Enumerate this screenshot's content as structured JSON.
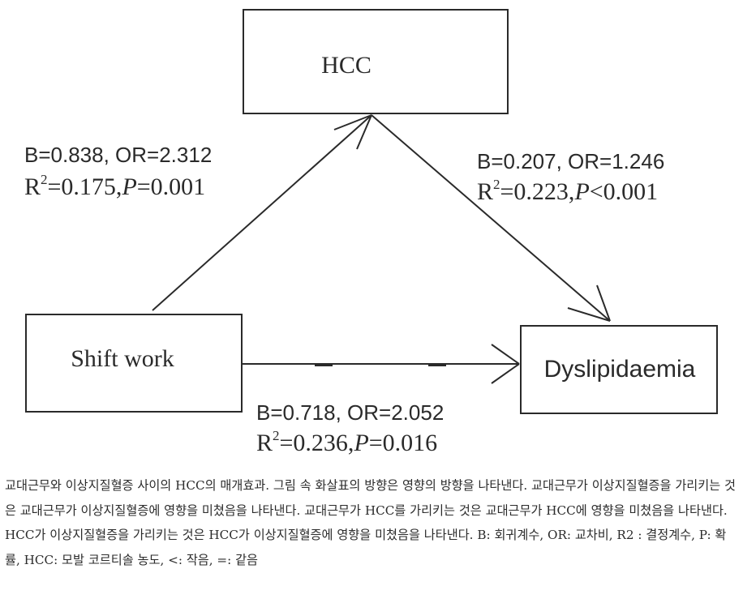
{
  "nodes": {
    "hcc": "HCC",
    "shift_work": "Shift work",
    "dyslipidaemia": "Dyslipidaemia"
  },
  "paths": {
    "shift_to_hcc": {
      "b_or": "B=0.838, OR=2.312",
      "r2_prefix": "R",
      "r2_sup": "2",
      "r2_value": "=0.175,",
      "p_label": "P",
      "p_value": "=0.001"
    },
    "hcc_to_dys": {
      "b_or": "B=0.207, OR=1.246",
      "r2_prefix": "R",
      "r2_sup": "2",
      "r2_value": "=0.223,",
      "p_label": "P",
      "p_value": "<0.001"
    },
    "shift_to_dys": {
      "b_or": "B=0.718, OR=2.052",
      "r2_prefix": "R",
      "r2_sup": "2",
      "r2_value": "=0.236,",
      "p_label": "P",
      "p_value": "=0.016"
    }
  },
  "caption": "교대근무와 이상지질혈증 사이의 HCC의 매개효과. 그림 속 화살표의 방향은 영향의 방향을 나타낸다. 교대근무가 이상지질혈증을 가리키는 것은 교대근무가 이상지질혈증에 영향을 미쳤음을 나타낸다. 교대근무가 HCC를 가리키는 것은 교대근무가 HCC에 영향을 미쳤음을 나타낸다. HCC가 이상지질혈증을 가리키는 것은 HCC가 이상지질혈증에 영향을 미쳤음을 나타낸다. B: 회귀계수, OR: 교차비, R2 : 결정계수, P: 확률, HCC: 모발 코르티솔 농도, <: 작음, =: 같음"
}
